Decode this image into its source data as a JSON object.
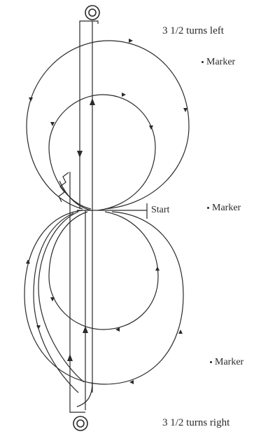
{
  "diagram": {
    "top_label": "3 1/2 turns left",
    "bottom_label": "3 1/2 turns right",
    "start_label": "Start",
    "markers": [
      {
        "label": "Marker"
      },
      {
        "label": "Marker"
      },
      {
        "label": "Marker"
      }
    ]
  }
}
